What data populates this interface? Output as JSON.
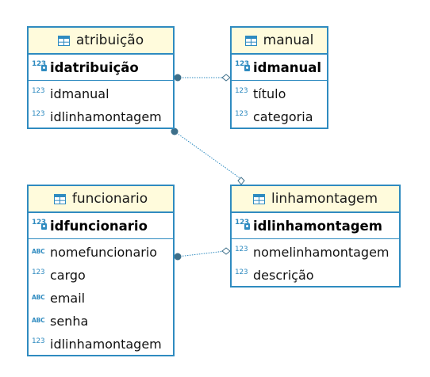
{
  "diagram": {
    "colors": {
      "border": "#2f8bc0",
      "header_bg": "#fffbdc",
      "connector": "#2f8bc0",
      "connector_dot": "#3d6f8a"
    },
    "entities": {
      "atribuicao": {
        "name": "atribuição",
        "pk": {
          "type": "123",
          "name": "idatribuição"
        },
        "attrs": [
          {
            "type": "123",
            "name": "idmanual"
          },
          {
            "type": "123",
            "name": "idlinhamontagem"
          }
        ]
      },
      "manual": {
        "name": "manual",
        "pk": {
          "type": "123",
          "name": "idmanual"
        },
        "attrs": [
          {
            "type": "123",
            "name": "título"
          },
          {
            "type": "123",
            "name": "categoria"
          }
        ]
      },
      "funcionario": {
        "name": "funcionario",
        "pk": {
          "type": "123",
          "name": "idfuncionario"
        },
        "attrs": [
          {
            "type": "ABC",
            "name": "nomefuncionario"
          },
          {
            "type": "123",
            "name": "cargo"
          },
          {
            "type": "ABC",
            "name": "email"
          },
          {
            "type": "ABC",
            "name": "senha"
          },
          {
            "type": "123",
            "name": "idlinhamontagem"
          }
        ]
      },
      "linhamontagem": {
        "name": "linhamontagem",
        "pk": {
          "type": "123",
          "name": "idlinhamontagem"
        },
        "attrs": [
          {
            "type": "123",
            "name": "nomelinhamontagem"
          },
          {
            "type": "123",
            "name": "descrição"
          }
        ]
      }
    },
    "relationships": [
      {
        "from": "atribuicao",
        "to": "manual",
        "from_end": "filled-circle",
        "to_end": "hollow-diamond"
      },
      {
        "from": "atribuicao",
        "to": "linhamontagem",
        "from_end": "filled-circle",
        "to_end": "hollow-diamond"
      },
      {
        "from": "funcionario",
        "to": "linhamontagem",
        "from_end": "filled-circle",
        "to_end": "hollow-diamond"
      }
    ]
  }
}
